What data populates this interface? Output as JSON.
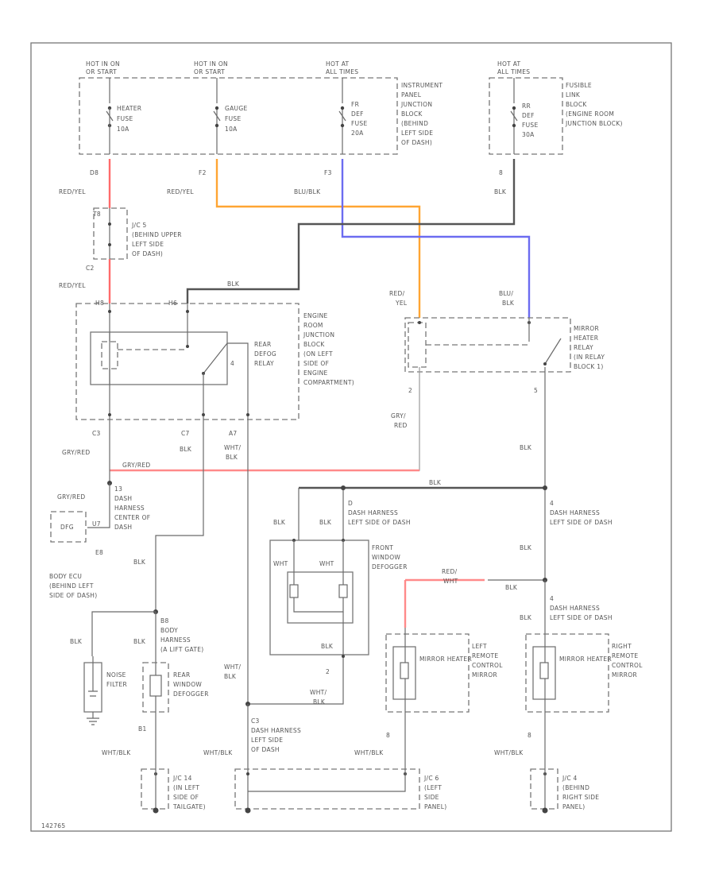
{
  "diagram_id": "142765",
  "fuse_boxes": [
    {
      "source": "HOT IN ON",
      "sub": "OR START",
      "fuse": [
        "HEATER",
        "FUSE",
        "10A"
      ],
      "pin": "D8"
    },
    {
      "source": "HOT IN ON",
      "sub": "OR START",
      "fuse": [
        "GAUGE",
        "FUSE",
        "10A"
      ],
      "pin": "F2"
    },
    {
      "source": "HOT AT",
      "sub": "ALL TIMES",
      "fuse": [
        "FR",
        "DEF",
        "FUSE",
        "20A"
      ],
      "pin": "F3"
    },
    {
      "source": "HOT AT",
      "sub": "ALL TIMES",
      "fuse": [
        "RR",
        "DEF",
        "FUSE",
        "30A"
      ],
      "pin": "8"
    }
  ],
  "ipjb_label": [
    "INSTRUMENT",
    "PANEL",
    "JUNCTION",
    "BLOCK",
    "(BEHIND",
    "LEFT SIDE",
    "OF DASH)"
  ],
  "fusible_label": [
    "FUSIBLE",
    "LINK",
    "BLOCK",
    "(ENGINE ROOM",
    "JUNCTION BLOCK)"
  ],
  "wires": {
    "red_yel": "RED/YEL",
    "blu_blk": "BLU/BLK",
    "blk": "BLK",
    "red_yel_2line": [
      "RED/",
      "YEL"
    ],
    "blu_blk_2line": [
      "BLU/",
      "BLK"
    ],
    "gry_red": "GRY/RED",
    "gry_red_2line": [
      "GRY/",
      "RED"
    ],
    "wht_blk": "WHT/BLK",
    "wht_blk_2line": [
      "WHT/",
      "BLK"
    ],
    "wht": "WHT",
    "red_wht": [
      "RED/",
      "WHT"
    ]
  },
  "jc5": {
    "pin_top": "T8",
    "pin_bottom": "C2",
    "label": [
      "J/C 5",
      "(BEHIND UPPER",
      "LEFT SIDE",
      "OF DASH)"
    ]
  },
  "rear_relay": {
    "pins_top": [
      "H8",
      "H6"
    ],
    "pins_bottom": [
      "C3",
      "C7",
      "A7"
    ],
    "pin4": "4",
    "label": [
      "REAR",
      "DEFOG",
      "RELAY"
    ]
  },
  "engine_room_jb": [
    "ENGINE",
    "ROOM",
    "JUNCTION",
    "BLOCK",
    "(ON LEFT",
    "SIDE OF",
    "ENGINE",
    "COMPARTMENT)"
  ],
  "mirror_relay": {
    "pin_left": "2",
    "pin_right": "5",
    "label": [
      "MIRROR",
      "HEATER",
      "RELAY",
      "(IN RELAY",
      "BLOCK 1)"
    ]
  },
  "dash_splice": {
    "pin": "13",
    "label": [
      "DASH",
      "HARNESS",
      "CENTER OF",
      "DASH"
    ]
  },
  "body_ecu": {
    "box": "DFG",
    "pin": "U7",
    "pin2": "E8",
    "label": [
      "BODY ECU",
      "(BEHIND LEFT",
      "SIDE OF DASH)"
    ]
  },
  "dash_left_1": {
    "pin": "D",
    "label": [
      "DASH HARNESS",
      "LEFT SIDE OF DASH"
    ]
  },
  "dash_right_1": {
    "pin": "4",
    "label": [
      "DASH HARNESS",
      "LEFT SIDE OF DASH"
    ]
  },
  "dash_right_2": {
    "pin": "4",
    "label": [
      "DASH HARNESS",
      "LEFT SIDE OF DASH"
    ]
  },
  "front_defogger": [
    "FRONT",
    "WINDOW",
    "DEFOGGER"
  ],
  "body_harness": {
    "pin": "B8",
    "label": [
      "BODY",
      "HARNESS",
      "(A LIFT GATE)"
    ]
  },
  "noise_filter": [
    "NOISE",
    "FILTER"
  ],
  "rear_defogger": [
    "REAR",
    "WINDOW",
    "DEFOGGER"
  ],
  "rear_defogger_pin": "B1",
  "mirror_heater": "MIRROR HEATER",
  "left_mirror": [
    "LEFT",
    "REMOTE",
    "CONTROL",
    "MIRROR"
  ],
  "right_mirror": [
    "RIGHT",
    "REMOTE",
    "CONTROL",
    "MIRROR"
  ],
  "pins_misc": {
    "p2": "2",
    "p8": "8",
    "p8b": "8",
    "p5": "5"
  },
  "dash_bottom": {
    "pin": "C3",
    "label": [
      "DASH HARNESS",
      "LEFT SIDE",
      "OF DASH"
    ]
  },
  "jc14": [
    "J/C 14",
    "(IN LEFT",
    "SIDE OF",
    "TAILGATE)"
  ],
  "jc6": [
    "J/C 6",
    "(LEFT",
    "SIDE",
    "PANEL)"
  ],
  "jc4": [
    "J/C 4",
    "(BEHIND",
    "RIGHT SIDE",
    "PANEL)"
  ]
}
